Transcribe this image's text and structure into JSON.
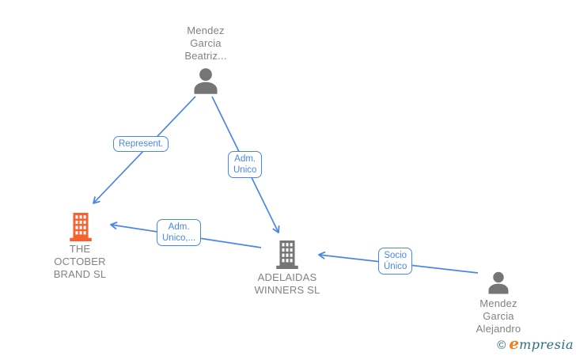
{
  "colors": {
    "edge_blue": "#4a86e8",
    "icon_gray": "#757575",
    "node_label_gray": "#828282",
    "company_accent_orange": "#f7602f",
    "logo_teal": "#26707f",
    "logo_orange": "#ef7f1a"
  },
  "diagram": {
    "nodes": [
      {
        "id": "mendez-garcia-beatriz",
        "type": "person",
        "label": "Mendez\nGarcia\nBeatriz..."
      },
      {
        "id": "the-october-brand-sl",
        "type": "company",
        "label": "THE\nOCTOBER\nBRAND SL",
        "highlighted": true
      },
      {
        "id": "adelaidas-winners-sl",
        "type": "company",
        "label": "ADELAIDAS\nWINNERS SL"
      },
      {
        "id": "mendez-garcia-alejandro",
        "type": "person",
        "label": "Mendez\nGarcia\nAlejandro"
      }
    ],
    "edges": [
      {
        "from": "mendez-garcia-beatriz",
        "to": "the-october-brand-sl",
        "label": "Represent."
      },
      {
        "from": "mendez-garcia-beatriz",
        "to": "adelaidas-winners-sl",
        "label": "Adm.\nUnico"
      },
      {
        "from": "adelaidas-winners-sl",
        "to": "the-october-brand-sl",
        "label": "Adm.\nUnico,..."
      },
      {
        "from": "mendez-garcia-alejandro",
        "to": "adelaidas-winners-sl",
        "label": "Socio\nÚnico"
      }
    ]
  },
  "footer": {
    "copyright": "©",
    "brand_first_letter": "e",
    "brand_rest": "mpresia"
  }
}
